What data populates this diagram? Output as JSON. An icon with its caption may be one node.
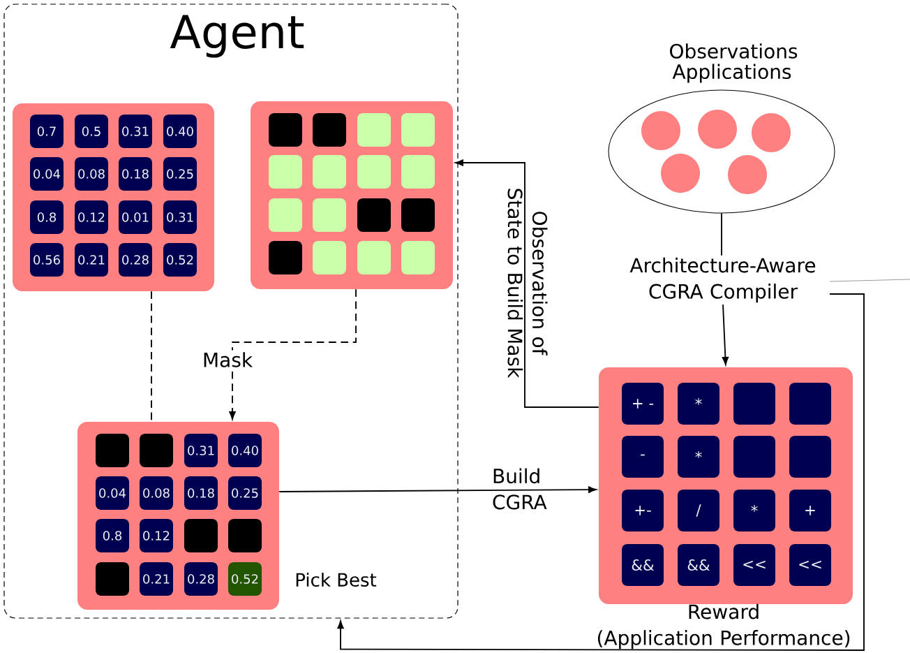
{
  "diagram": {
    "nodes": [
      {
        "text": [
          "Agent"
        ]
      },
      {
        "text": [],
        "shape": "box",
        "in": 0
      },
      {
        "text": [
          "0.7"
        ],
        "in": 1
      },
      {
        "text": [
          "0.5"
        ],
        "in": 1
      },
      {
        "text": [
          "0.31"
        ],
        "in": 1
      },
      {
        "text": [
          "0.40"
        ],
        "in": 1
      },
      {
        "text": [
          "0.04"
        ],
        "in": 1
      },
      {
        "text": [
          "0.08"
        ],
        "in": 1
      },
      {
        "text": [
          "0.18"
        ],
        "in": 1
      },
      {
        "text": [
          "0.25"
        ],
        "in": 1
      },
      {
        "text": [
          "0.8"
        ],
        "in": 1
      },
      {
        "text": [
          "0.12"
        ],
        "in": 1
      },
      {
        "text": [
          "0.01"
        ],
        "in": 1
      },
      {
        "text": [
          "0.31"
        ],
        "in": 1
      },
      {
        "text": [
          "0.56"
        ],
        "in": 1
      },
      {
        "text": [
          "0.21"
        ],
        "in": 1
      },
      {
        "text": [
          "0.28"
        ],
        "in": 1
      },
      {
        "text": [
          "0.52"
        ],
        "in": 1
      },
      {
        "text": [],
        "shape": "box",
        "in": 0
      },
      {
        "text": [],
        "shape": "box",
        "in": 18
      },
      {
        "text": [],
        "shape": "box",
        "in": 18
      },
      {
        "text": [],
        "shape": "box",
        "in": 18
      },
      {
        "text": [],
        "shape": "box",
        "in": 18
      },
      {
        "text": [],
        "shape": "box",
        "in": 18
      },
      {
        "text": [],
        "shape": "box",
        "in": 18
      },
      {
        "text": [],
        "shape": "box",
        "in": 18
      },
      {
        "text": [],
        "shape": "box",
        "in": 18
      },
      {
        "text": [],
        "shape": "box",
        "in": 18
      },
      {
        "text": [],
        "shape": "box",
        "in": 18
      },
      {
        "text": [],
        "shape": "box",
        "in": 18
      },
      {
        "text": [],
        "shape": "box",
        "in": 18
      },
      {
        "text": [],
        "shape": "box",
        "in": 18
      },
      {
        "text": [],
        "shape": "box",
        "in": 18
      },
      {
        "text": [],
        "shape": "box",
        "in": 18
      },
      {
        "text": [],
        "shape": "box",
        "in": 18
      },
      {
        "text": [],
        "shape": "box",
        "in": 0,
        "beside": [
          "Pick Best"
        ]
      },
      {
        "text": [],
        "shape": "box",
        "in": 35
      },
      {
        "text": [],
        "shape": "box",
        "in": 35
      },
      {
        "text": [
          "0.31"
        ],
        "in": 35
      },
      {
        "text": [
          "0.40"
        ],
        "in": 35
      },
      {
        "text": [
          "0.04"
        ],
        "in": 35
      },
      {
        "text": [
          "0.08"
        ],
        "in": 35
      },
      {
        "text": [
          "0.18"
        ],
        "in": 35
      },
      {
        "text": [
          "0.25"
        ],
        "in": 35
      },
      {
        "text": [
          "0.8"
        ],
        "in": 35
      },
      {
        "text": [
          "0.12"
        ],
        "in": 35
      },
      {
        "text": [],
        "shape": "box",
        "in": 35
      },
      {
        "text": [],
        "shape": "box",
        "in": 35
      },
      {
        "text": [],
        "shape": "box",
        "in": 35
      },
      {
        "text": [
          "0.21"
        ],
        "in": 35
      },
      {
        "text": [
          "0.28"
        ],
        "in": 35
      },
      {
        "text": [
          "0.52"
        ],
        "in": 35
      },
      {
        "text": [
          "Observations",
          "Applications"
        ]
      },
      {
        "text": [],
        "shape": "circle",
        "in": 52
      },
      {
        "text": [],
        "shape": "circle",
        "in": 52
      },
      {
        "text": [],
        "shape": "circle",
        "in": 52
      },
      {
        "text": [],
        "shape": "circle",
        "in": 52
      },
      {
        "text": [],
        "shape": "circle",
        "in": 52
      },
      {
        "text": [
          "Architecture-Aware CGRA Compiler"
        ]
      },
      {
        "text": [],
        "shape": "box"
      },
      {
        "text": [
          "+ -"
        ],
        "in": 59
      },
      {
        "text": [
          "*"
        ],
        "in": 59
      },
      {
        "text": [],
        "shape": "box",
        "in": 59
      },
      {
        "text": [],
        "shape": "box",
        "in": 59
      },
      {
        "text": [
          "-"
        ],
        "in": 59
      },
      {
        "text": [
          "*"
        ],
        "in": 59
      },
      {
        "text": [],
        "shape": "box",
        "in": 59
      },
      {
        "text": [],
        "shape": "box",
        "in": 59
      },
      {
        "text": [
          "+-"
        ],
        "in": 59
      },
      {
        "text": [
          "/"
        ],
        "in": 59
      },
      {
        "text": [
          "*"
        ],
        "in": 59
      },
      {
        "text": [
          "+"
        ],
        "in": 59
      },
      {
        "text": [
          "&&"
        ],
        "in": 59
      },
      {
        "text": [
          "&&"
        ],
        "in": 59
      },
      {
        "text": [
          "<<"
        ],
        "in": 59
      },
      {
        "text": [
          "<<"
        ],
        "in": 59
      }
    ],
    "edges": [
      {
        "from": 1,
        "to": 35,
        "arrow": "none",
        "style": "dashed"
      },
      {
        "from": 18,
        "to": 35,
        "arrow": "to",
        "style": "dashed",
        "label": "Mask"
      },
      {
        "from": 52,
        "to": 58,
        "arrow": "none"
      },
      {
        "from": 58,
        "to": 59,
        "arrow": "to"
      },
      {
        "from": 59,
        "to": 18,
        "arrow": "to",
        "label": "Observation of State to Build Mask"
      },
      {
        "from": 35,
        "to": 59,
        "arrow": "to",
        "label": "Build CGRA"
      },
      {
        "from": 58,
        "to": 0,
        "arrow": "to",
        "label": "Reward (Application Performance)"
      },
      {
        "from": 58,
        "to": null,
        "arrow": "none",
        "color": "#808080"
      }
    ]
  }
}
